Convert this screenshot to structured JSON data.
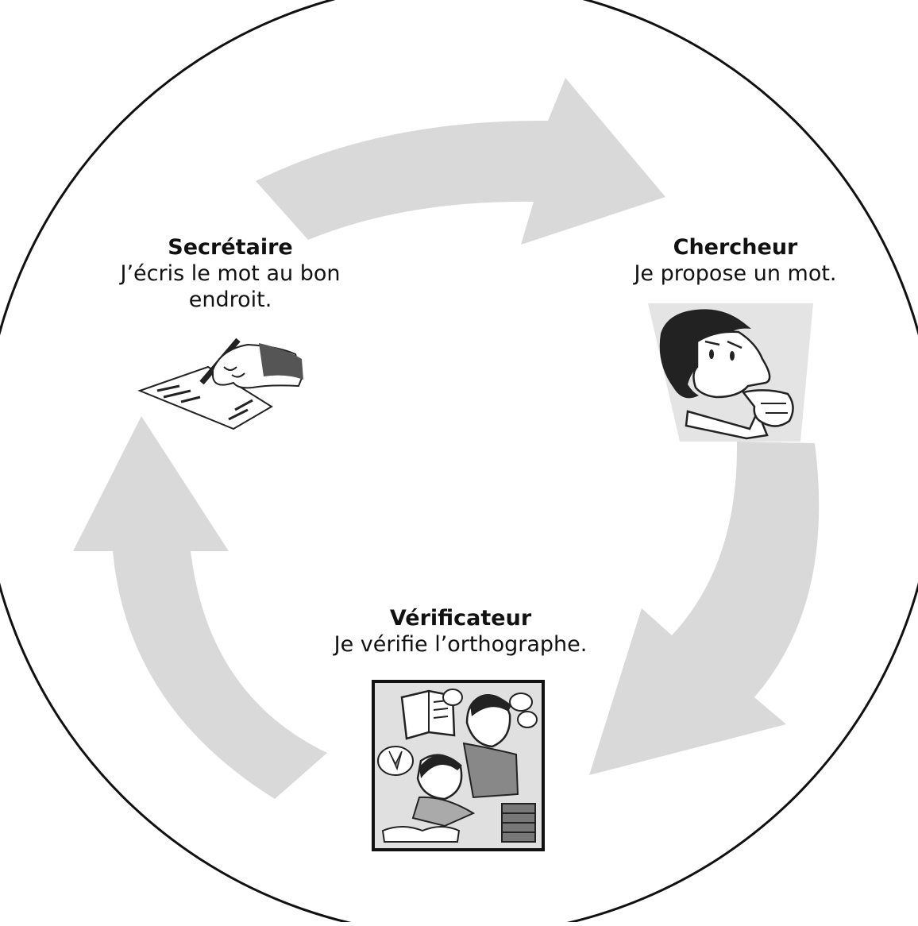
{
  "roles": {
    "secretaire": {
      "title": "Secrétaire",
      "description": "J’écris le mot au bon endroit.",
      "illustration": "hand-writing-icon"
    },
    "chercheur": {
      "title": "Chercheur",
      "description": "Je propose un mot.",
      "illustration": "thinking-man-icon"
    },
    "verificateur": {
      "title": "Vérificateur",
      "description": "Je vérifie l’orthographe.",
      "illustration": "checking-spelling-icon"
    }
  },
  "colors": {
    "arrow": "#d9d9d9",
    "circle": "#111111",
    "ink": "#222222",
    "panel": "#e4e4e4"
  }
}
